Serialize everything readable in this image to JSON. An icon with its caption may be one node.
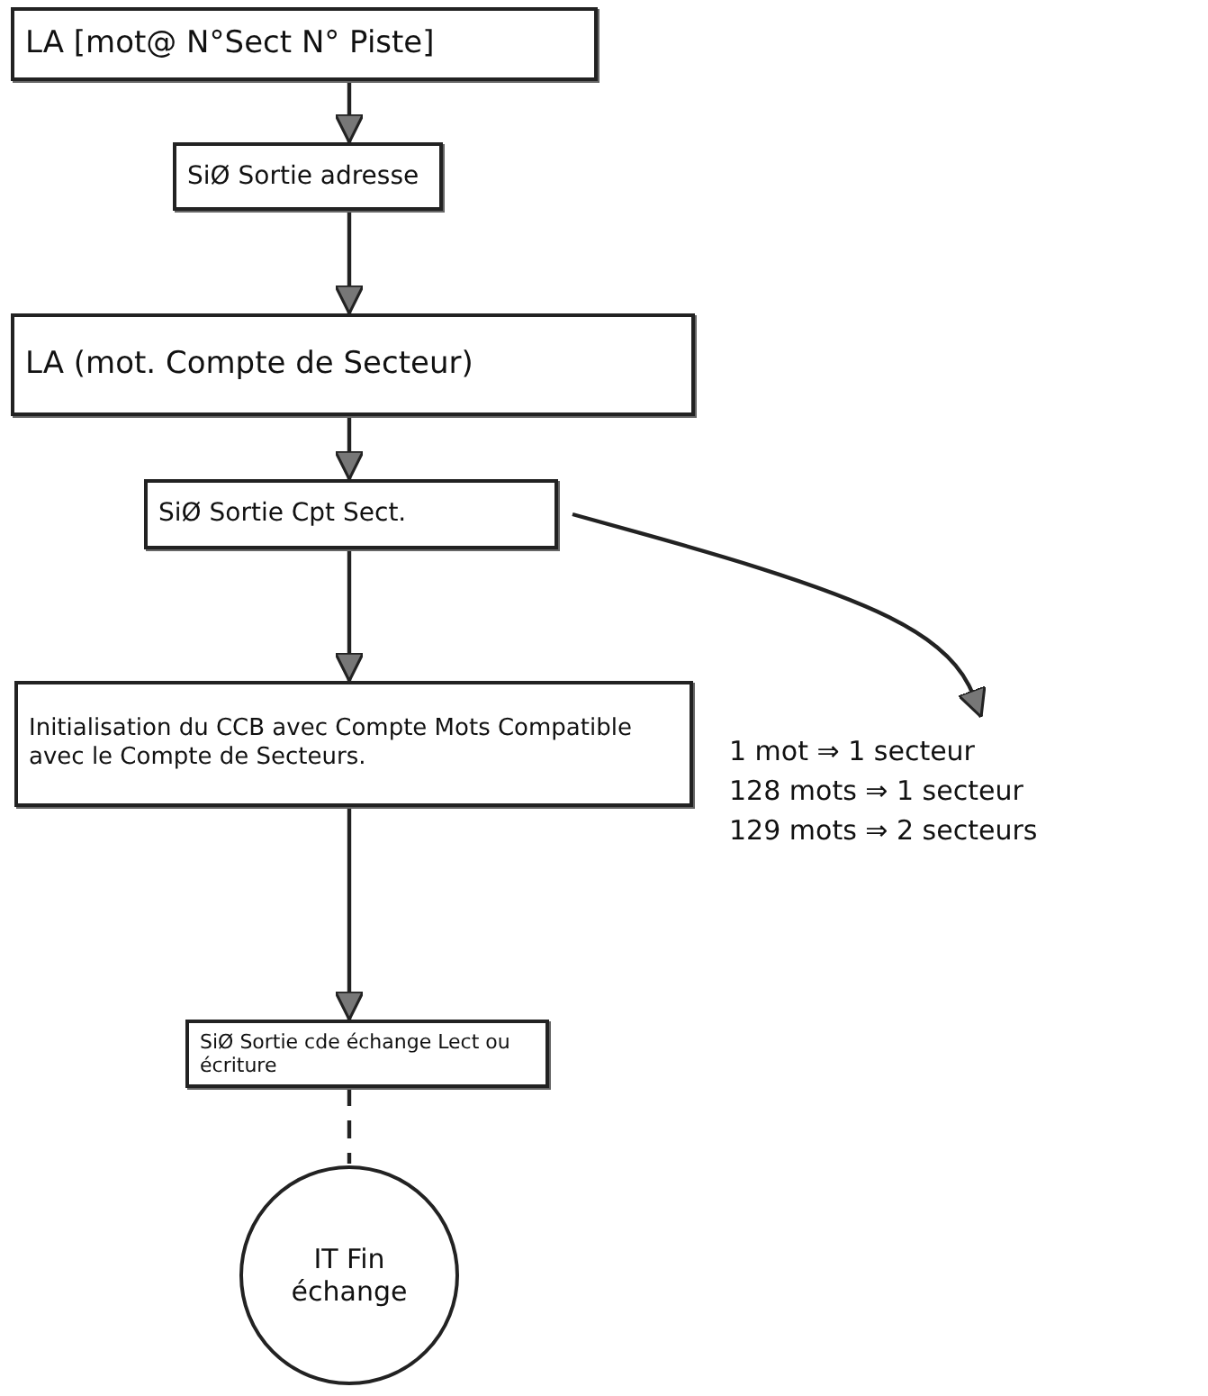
{
  "diagram": {
    "nodes": [
      {
        "text": [
          "LA [mot@ N°Sect N° Piste]"
        ]
      },
      {
        "text": [
          "SiØ Sortie adresse"
        ]
      },
      {
        "text": [
          "LA (mot. Compte de Secteur)"
        ]
      },
      {
        "text": [
          "SiØ Sortie Cpt Sect."
        ]
      },
      {
        "text": [
          "Initialisation du CCB avec Compte Mots Compatible avec le Compte de Secteurs."
        ]
      },
      {
        "text": [
          "1 mot ⇒ 1 secteur",
          "128 mots ⇒ 1 secteur",
          "129 mots ⇒ 2 secteurs"
        ]
      },
      {
        "text": [
          "SiØ Sortie cde échange Lect ou écriture"
        ]
      },
      {
        "text": [
          "IT Fin échange"
        ]
      }
    ],
    "edges": [
      {
        "from": 0,
        "to": 1,
        "arrow": "to"
      },
      {
        "from": 1,
        "to": 2,
        "arrow": "to"
      },
      {
        "from": 2,
        "to": 3,
        "arrow": "to"
      },
      {
        "from": 3,
        "to": 4,
        "arrow": "to"
      },
      {
        "from": 3,
        "to": 5,
        "arrow": "to"
      },
      {
        "from": 4,
        "to": 6,
        "arrow": "to"
      },
      {
        "from": 6,
        "to": 7,
        "arrow": "none",
        "style": "dashed"
      }
    ]
  }
}
